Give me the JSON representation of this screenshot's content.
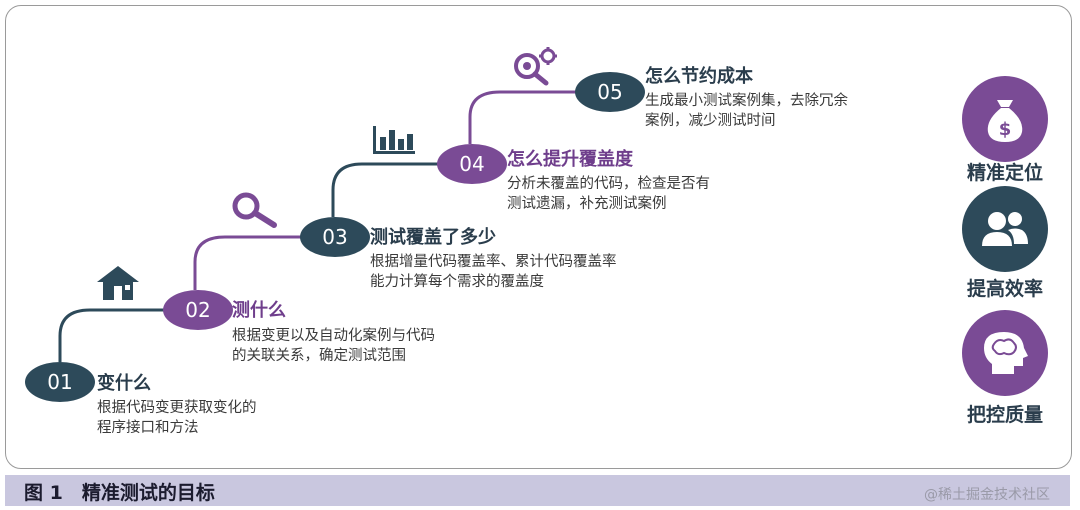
{
  "steps": [
    {
      "num": "01",
      "title": "变什么",
      "desc": [
        "根据代码变更获取变化的",
        "程序接口和方法"
      ]
    },
    {
      "num": "02",
      "title": "测什么",
      "desc": [
        "根据变更以及自动化案例与代码",
        "的关联关系，确定测试范围"
      ]
    },
    {
      "num": "03",
      "title": "测试覆盖了多少",
      "desc": [
        "根据增量代码覆盖率、累计代码覆盖率",
        "能力计算每个需求的覆盖度"
      ]
    },
    {
      "num": "04",
      "title": "怎么提升覆盖度",
      "desc": [
        "分析未覆盖的代码，检查是否有",
        "测试遗漏，补充测试案例"
      ]
    },
    {
      "num": "05",
      "title": "怎么节约成本",
      "desc": [
        "生成最小测试案例集，去除冗余",
        "案例，减少测试时间"
      ]
    }
  ],
  "goals": [
    {
      "label": "精准定位",
      "icon": "money-bag-icon"
    },
    {
      "label": "提高效率",
      "icon": "users-icon"
    },
    {
      "label": "把控质量",
      "icon": "brain-head-icon"
    }
  ],
  "step_icons": [
    "house-icon",
    "magnifier-icon",
    "bar-chart-icon",
    "gear-magnifier-icon"
  ],
  "caption": "图 1　精准测试的目标",
  "watermark": "@稀土掘金技术社区",
  "colors": {
    "dark": "#2d4a5a",
    "purple": "#7a4b95",
    "caption_bg": "#c9c7df"
  }
}
